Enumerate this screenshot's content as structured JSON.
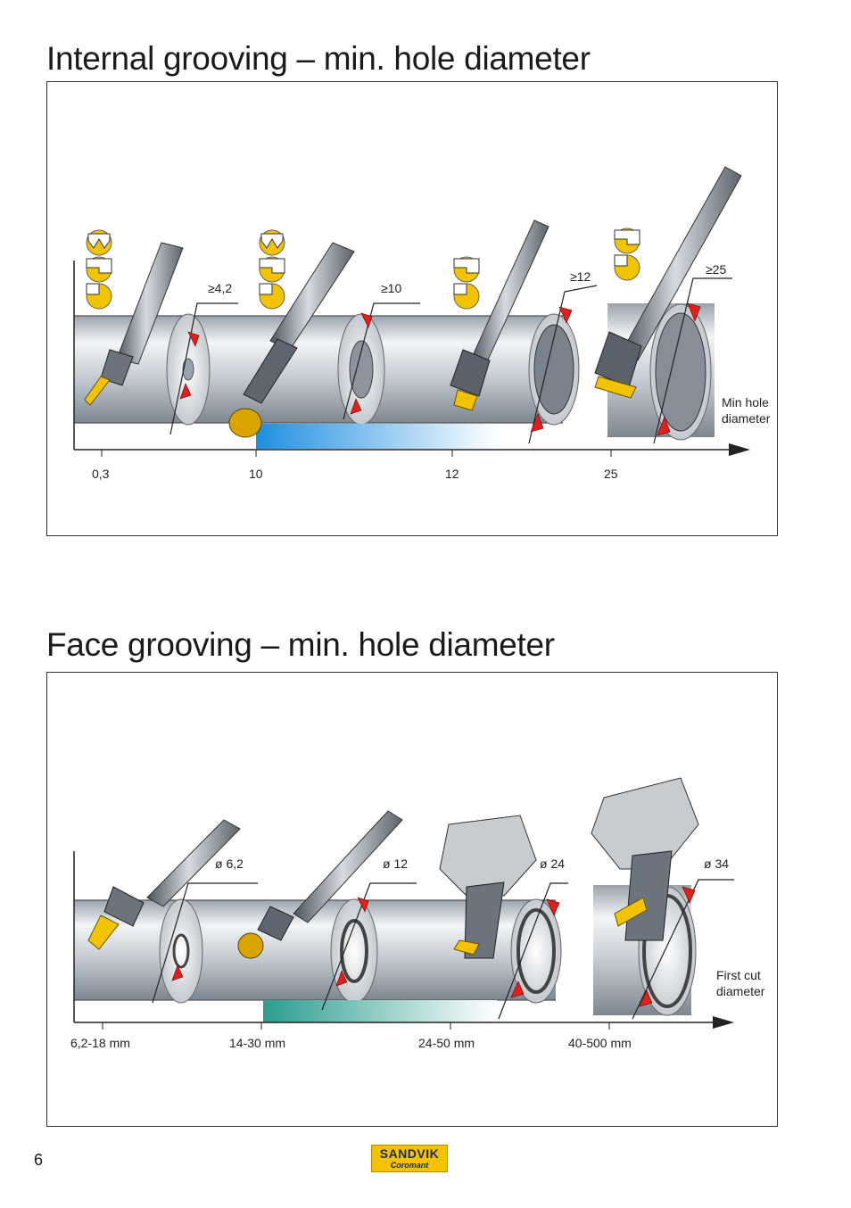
{
  "internal": {
    "title": "Internal grooving – min. hole diameter",
    "labels": [
      "≥4,2",
      "≥10",
      "≥12",
      "≥25"
    ],
    "axis_note": [
      "Min hole",
      "diameter"
    ],
    "ticks": [
      "0,3",
      "10",
      "12",
      "25"
    ]
  },
  "face": {
    "title": "Face grooving – min. hole diameter",
    "labels": [
      "ø 6,2",
      "ø 12",
      "ø 24",
      "ø 34"
    ],
    "axis_note": [
      "First cut",
      "diameter"
    ],
    "ticks": [
      "6,2-18 mm",
      "14-30 mm",
      "24-50 mm",
      "40-500 mm"
    ]
  },
  "page_number": "6",
  "logo": {
    "line1": "SANDVIK",
    "line2": "Coromant"
  },
  "colors": {
    "accent_blue": "#1e8fe0",
    "accent_teal": "#2a9d8f",
    "insert_yellow": "#f2c300",
    "marker_red": "#e0201b"
  }
}
